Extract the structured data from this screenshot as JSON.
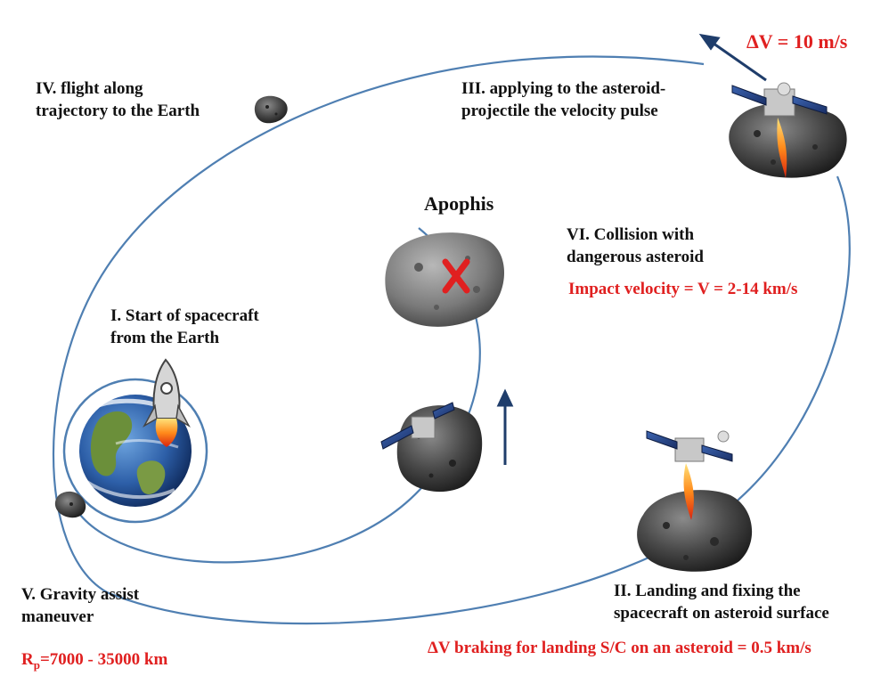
{
  "labels": {
    "stage4": "IV. flight along\ntrajectory  to the Earth",
    "stage3": "III. applying to the asteroid-\nprojectile  the velocity pulse",
    "dv_pulse": "ΔV = 10 m/s",
    "apophis": "Apophis",
    "stage6": "VI. Collision with\ndangerous asteroid",
    "impact_velocity": "Impact velocity = V = 2-14 km/s",
    "stage1": "I. Start of spacecraft\nfrom the Earth",
    "stage5": "V. Gravity assist\nmaneuver",
    "rp_symbol": "R",
    "rp_sub": "p",
    "rp_value": "=7000 - 35000 km",
    "stage2": "II. Landing and fixing the\nspacecraft on asteroid surface",
    "dv_braking": "ΔV braking for landing S/C on an asteroid = 0.5 km/s"
  },
  "colors": {
    "orbit": "#4f7fb2",
    "arrow": "#1f3d6b",
    "highlight": "#e02020",
    "asteroid": "#4a4a4a"
  },
  "icons": [
    "rocket-icon",
    "earth-icon",
    "asteroid-icon",
    "spacecraft-icon",
    "collision-x-icon",
    "engine-flame-icon"
  ]
}
